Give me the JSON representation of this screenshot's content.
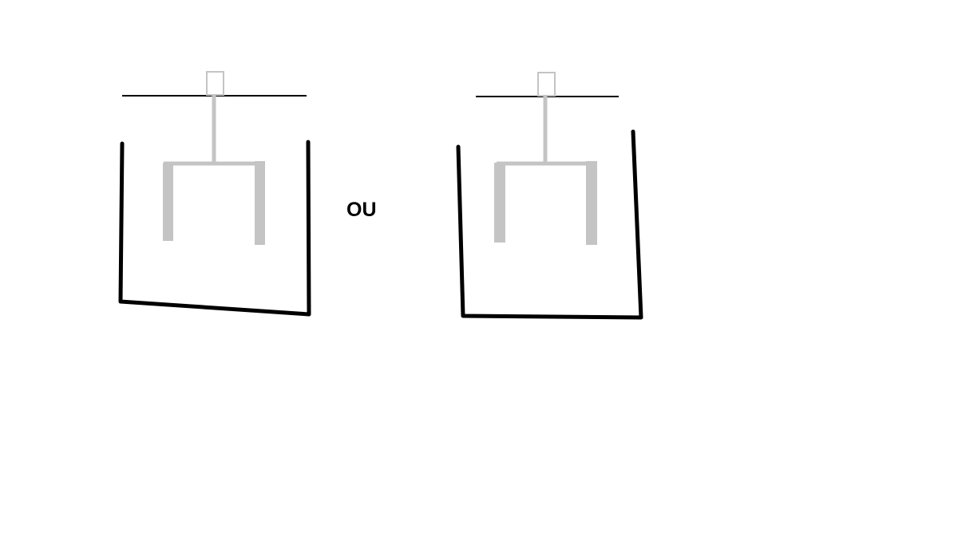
{
  "separator_label": "OU",
  "colors": {
    "background": "#ffffff",
    "container_stroke": "#000000",
    "mechanism_stroke": "#c4c4c4",
    "label": "#000000"
  },
  "figures": [
    {
      "id": "left",
      "container_shape": "tilted-bottom"
    },
    {
      "id": "right",
      "container_shape": "flared-walls-flat-bottom"
    }
  ]
}
